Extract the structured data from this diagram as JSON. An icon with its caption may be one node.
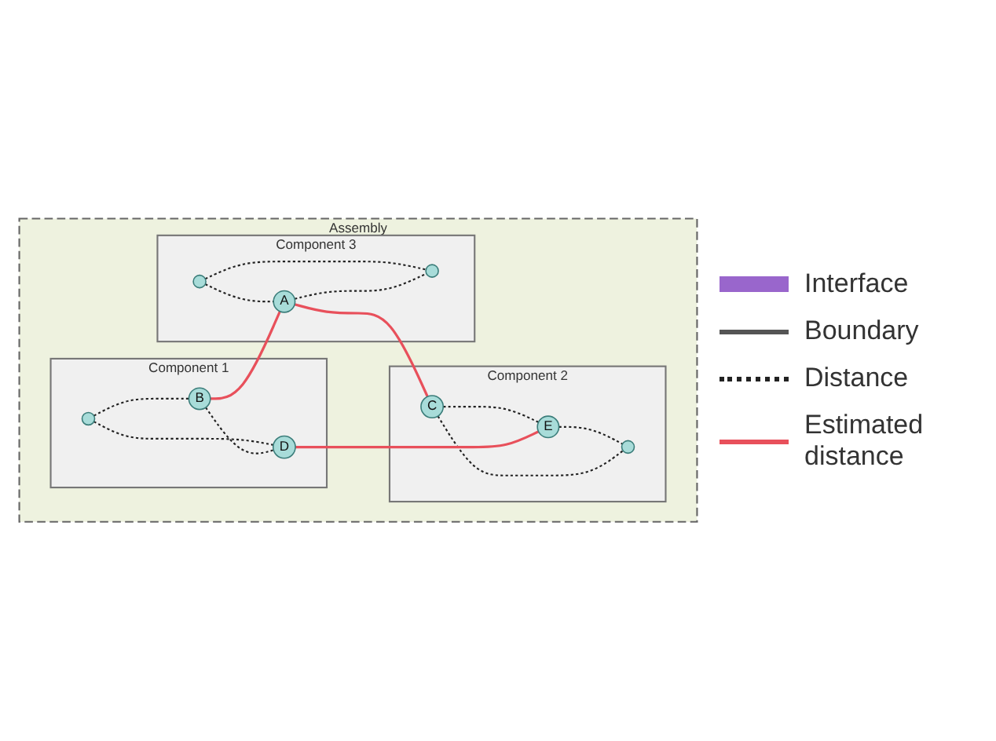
{
  "diagram": {
    "nodes": [
      {
        "text": [
          "Assembly"
        ]
      },
      {
        "text": [
          "Component 1"
        ],
        "in": 0
      },
      {
        "text": [],
        "shape": "circle",
        "in": 1
      },
      {
        "text": [
          "B"
        ],
        "in": 1
      },
      {
        "text": [
          "D"
        ],
        "in": 1
      },
      {
        "text": [
          "Component 2"
        ],
        "in": 0
      },
      {
        "text": [
          "E"
        ],
        "in": 5
      },
      {
        "text": [
          "C"
        ],
        "in": 5
      },
      {
        "text": [],
        "shape": "circle",
        "in": 5
      },
      {
        "text": [
          "Component 3"
        ],
        "in": 0
      },
      {
        "text": [],
        "shape": "circle",
        "in": 9
      },
      {
        "text": [
          "A"
        ],
        "in": 9
      },
      {
        "text": [],
        "shape": "circle",
        "in": 9
      }
    ],
    "edges": [
      {
        "from": 2,
        "to": 3,
        "arrow": "none",
        "style": "dashed"
      },
      {
        "from": 2,
        "to": 4,
        "arrow": "none",
        "style": "dashed"
      },
      {
        "from": 3,
        "to": 4,
        "arrow": "none",
        "style": "dashed"
      },
      {
        "from": 7,
        "to": 6,
        "arrow": "none",
        "style": "dashed"
      },
      {
        "from": 6,
        "to": 8,
        "arrow": "none",
        "style": "dashed"
      },
      {
        "from": 7,
        "to": 8,
        "arrow": "none",
        "style": "dashed"
      },
      {
        "from": 10,
        "to": 11,
        "arrow": "none",
        "style": "dashed"
      },
      {
        "from": 10,
        "to": 12,
        "arrow": "none",
        "style": "dashed"
      },
      {
        "from": 11,
        "to": 12,
        "arrow": "none",
        "style": "dashed"
      },
      {
        "from": 3,
        "to": 11,
        "arrow": "none",
        "color": "#e8505b"
      },
      {
        "from": 11,
        "to": 7,
        "arrow": "none",
        "color": "#e8505b"
      },
      {
        "from": 4,
        "to": 6,
        "arrow": "none",
        "color": "#e8505b"
      }
    ],
    "legend": [
      {
        "text": "Interface",
        "color": "#9966cc"
      },
      {
        "text": "Boundary"
      },
      {
        "text": "Distance"
      },
      {
        "text": "Estimated distance"
      }
    ]
  }
}
